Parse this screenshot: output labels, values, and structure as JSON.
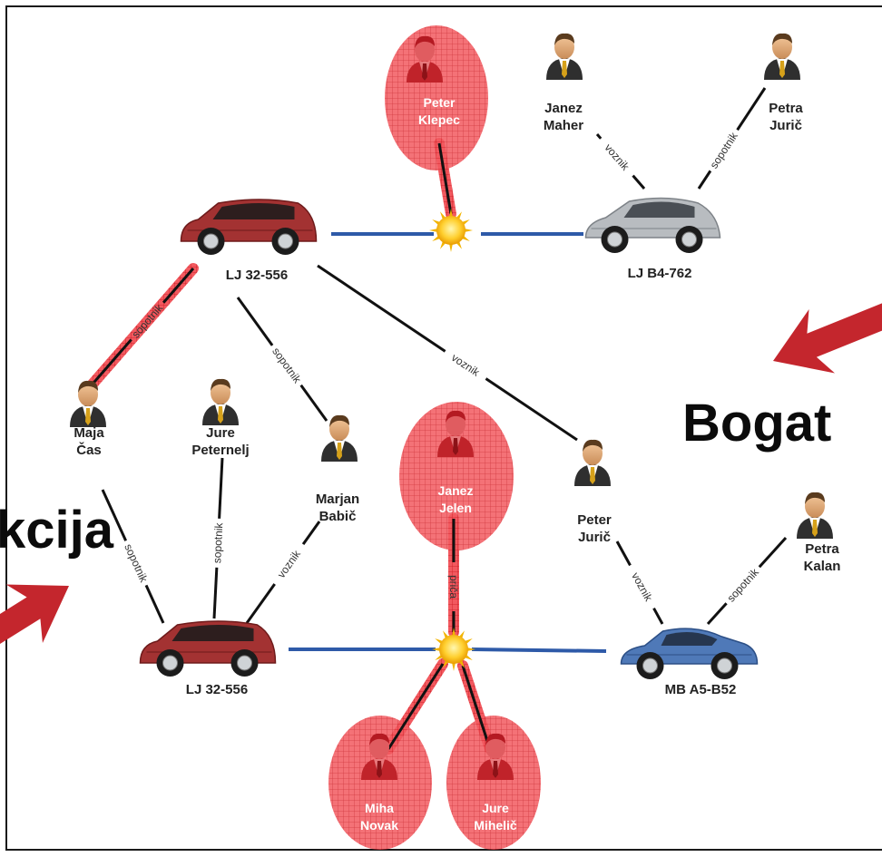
{
  "colors": {
    "highlight": "#e8252d",
    "arrow": "#c4262d",
    "edge_blue": "#2e5aa8",
    "edge_black": "#111111",
    "car_red": "#a33232",
    "car_silver": "#b8bcc0",
    "car_blue": "#4f79b8"
  },
  "overlay_words": {
    "right": "Bogat",
    "left": "kcija"
  },
  "people": [
    {
      "id": "peter_klepec",
      "line1": "Peter",
      "line2": "Klepec",
      "highlighted": true,
      "icon": "red-person-icon"
    },
    {
      "id": "janez_maher",
      "line1": "Janez",
      "line2": "Maher",
      "highlighted": false,
      "icon": "person-icon"
    },
    {
      "id": "petra_juric",
      "line1": "Petra",
      "line2": "Jurič",
      "highlighted": false,
      "icon": "person-icon"
    },
    {
      "id": "maja_cas",
      "line1": "Maja",
      "line2": "Čas",
      "highlighted": false,
      "icon": "person-icon"
    },
    {
      "id": "jure_peternelj",
      "line1": "Jure",
      "line2": "Peternelj",
      "highlighted": false,
      "icon": "person-icon"
    },
    {
      "id": "marjan_babic",
      "line1": "Marjan",
      "line2": "Babič",
      "highlighted": false,
      "icon": "person-icon"
    },
    {
      "id": "janez_jelen",
      "line1": "Janez",
      "line2": "Jelen",
      "highlighted": true,
      "icon": "red-person-icon"
    },
    {
      "id": "peter_juric",
      "line1": "Peter",
      "line2": "Jurič",
      "highlighted": false,
      "icon": "person-icon"
    },
    {
      "id": "petra_kalan",
      "line1": "Petra",
      "line2": "Kalan",
      "highlighted": false,
      "icon": "person-icon"
    },
    {
      "id": "miha_novak",
      "line1": "Miha",
      "line2": "Novak",
      "highlighted": true,
      "icon": "red-person-icon"
    },
    {
      "id": "jure_mihelic",
      "line1": "Jure",
      "line2": "Mihelič",
      "highlighted": true,
      "icon": "red-person-icon"
    }
  ],
  "cars": [
    {
      "id": "car_top_left",
      "plate": "LJ 32-556",
      "color": "red"
    },
    {
      "id": "car_top_right",
      "plate": "LJ B4-762",
      "color": "silver"
    },
    {
      "id": "car_bottom_left",
      "plate": "LJ 32-556",
      "color": "red"
    },
    {
      "id": "car_bottom_right",
      "plate": "MB A5-B52",
      "color": "blue"
    }
  ],
  "accidents": [
    {
      "id": "accident_top",
      "icon": "sun-burst-icon"
    },
    {
      "id": "accident_bottom",
      "icon": "sun-burst-icon"
    }
  ],
  "edges": [
    {
      "from": "janez_maher",
      "to": "car_top_right",
      "label": "voznik",
      "highlighted": false
    },
    {
      "from": "petra_juric",
      "to": "car_top_right",
      "label": "sopotnik",
      "highlighted": false
    },
    {
      "from": "car_top_left",
      "to": "accident_top",
      "label": "",
      "kind": "collision"
    },
    {
      "from": "accident_top",
      "to": "car_top_right",
      "label": "",
      "kind": "collision"
    },
    {
      "from": "peter_klepec",
      "to": "accident_top",
      "label": "",
      "highlighted": true
    },
    {
      "from": "car_top_left",
      "to": "maja_cas",
      "label": "sopotnik",
      "highlighted": true
    },
    {
      "from": "car_top_left",
      "to": "marjan_babic",
      "label": "sopotnik",
      "highlighted": false
    },
    {
      "from": "car_top_left",
      "to": "peter_juric",
      "label": "voznik",
      "highlighted": false
    },
    {
      "from": "maja_cas",
      "to": "car_bottom_left",
      "label": "sopotnik",
      "highlighted": false
    },
    {
      "from": "jure_peternelj",
      "to": "car_bottom_left",
      "label": "sopotnik",
      "highlighted": false
    },
    {
      "from": "marjan_babic",
      "to": "car_bottom_left",
      "label": "voznik",
      "highlighted": false
    },
    {
      "from": "janez_jelen",
      "to": "accident_bottom",
      "label": "priča",
      "highlighted": true
    },
    {
      "from": "peter_juric",
      "to": "car_bottom_right",
      "label": "voznik",
      "highlighted": false
    },
    {
      "from": "petra_kalan",
      "to": "car_bottom_right",
      "label": "sopotnik",
      "highlighted": false
    },
    {
      "from": "car_bottom_left",
      "to": "accident_bottom",
      "label": "",
      "kind": "collision"
    },
    {
      "from": "accident_bottom",
      "to": "car_bottom_right",
      "label": "",
      "kind": "collision"
    },
    {
      "from": "accident_bottom",
      "to": "miha_novak",
      "label": "",
      "highlighted": true
    },
    {
      "from": "accident_bottom",
      "to": "jure_mihelic",
      "label": "",
      "highlighted": true
    }
  ]
}
